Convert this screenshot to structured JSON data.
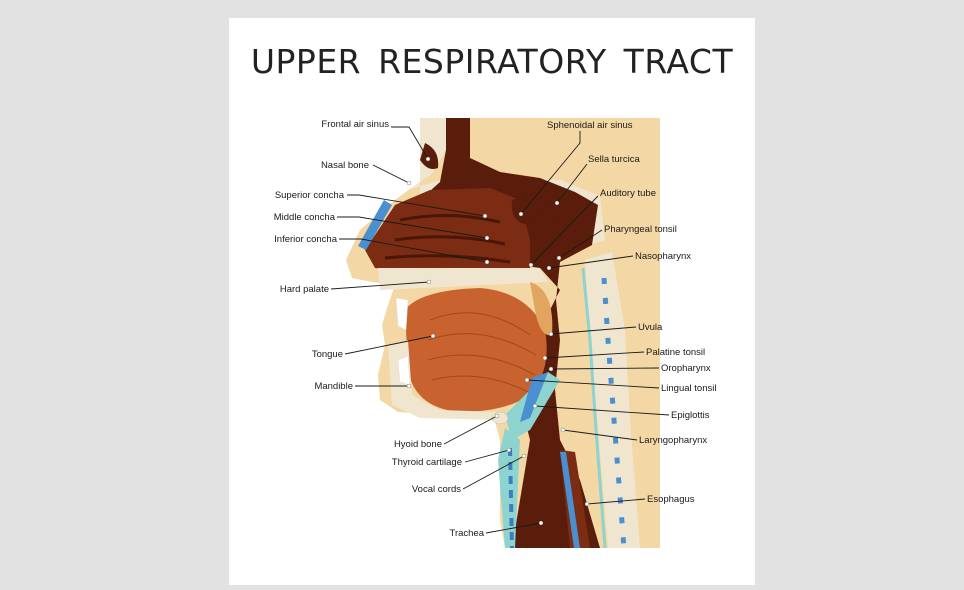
{
  "title": "UPPER RESPIRATORY TRACT",
  "labels": {
    "frontal_air_sinus": "Frontal air sinus",
    "nasal_bone": "Nasal bone",
    "superior_concha": "Superior concha",
    "middle_concha": "Middle concha",
    "inferior_concha": "Inferior concha",
    "hard_palate": "Hard palate",
    "tongue": "Tongue",
    "mandible": "Mandible",
    "hyoid_bone": "Hyoid bone",
    "thyroid_cartilage": "Thyroid cartilage",
    "vocal_cords": "Vocal cords",
    "trachea": "Trachea",
    "sphenoidal_air_sinus": "Sphenoidal air sinus",
    "sella_turcica": "Sella turcica",
    "auditory_tube": "Auditory tube",
    "pharyngeal_tonsil": "Pharyngeal tonsil",
    "nasopharynx": "Nasopharynx",
    "uvula": "Uvula",
    "palatine_tonsil": "Palatine tonsil",
    "oropharynx": "Oropharynx",
    "lingual_tonsil": "Lingual tonsil",
    "epiglottis": "Epiglottis",
    "laryngopharynx": "Laryngopharynx",
    "esophagus": "Esophagus"
  },
  "colors": {
    "skin": "#f3d7a4",
    "cavity": "#5a1d0b",
    "tissue": "#7b2c12",
    "tongue": "#c8622e",
    "bone": "#f0e6cf",
    "cartilage": "#4a8fd0",
    "teal": "#8dd3d0"
  }
}
